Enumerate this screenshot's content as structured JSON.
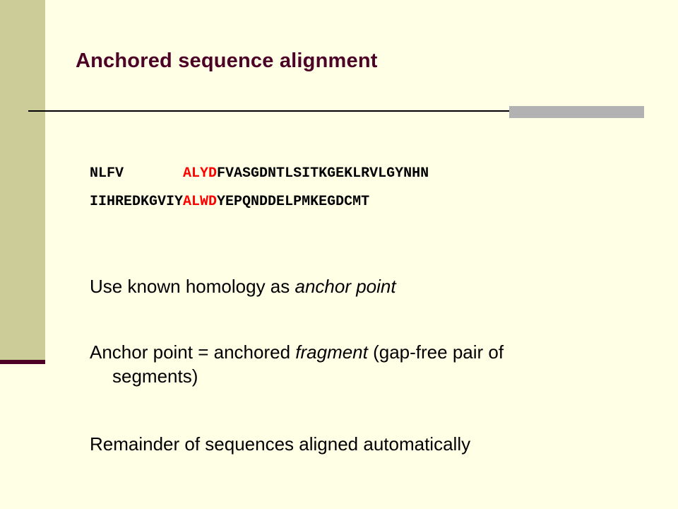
{
  "slide": {
    "title": "Anchored sequence alignment",
    "colors": {
      "background": "#FFFFE5",
      "side_bar": "#CCCC99",
      "accent": "#4D0026",
      "rule_block": "#B2B2B2",
      "anchor_text": "#FF0000"
    }
  },
  "alignment": {
    "seq1": {
      "pre": "NLFV       ",
      "anchor": "ALYD",
      "post": "FVASGDNTLSITKGEKLRVLGYNHN"
    },
    "seq2": {
      "pre": "IIHREDKGVIY",
      "anchor": "ALWD",
      "post": "YEPQNDDELPMKEGDCMT"
    }
  },
  "bullets": {
    "b1": {
      "text": "Use known homology as ",
      "em": "anchor point"
    },
    "b2": {
      "text1": "Anchor point = anchored ",
      "em": "fragment",
      "text2": " (gap-free pair of",
      "line2": "segments)"
    },
    "b3": {
      "text": "Remainder of sequences aligned automatically"
    }
  }
}
